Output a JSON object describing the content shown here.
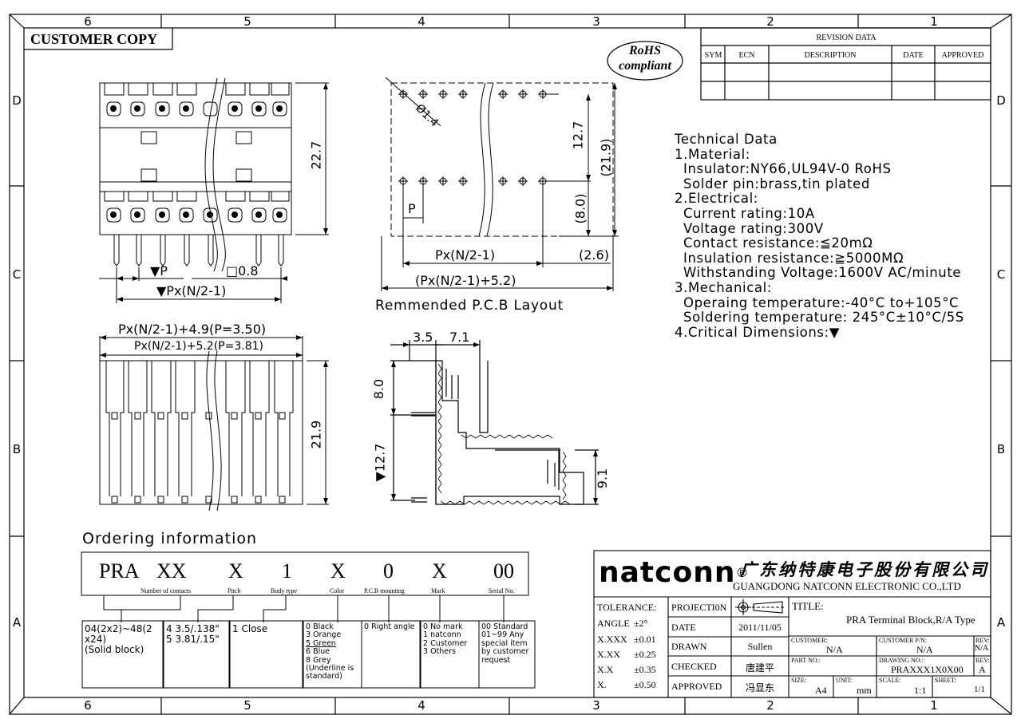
{
  "frame": {
    "top_zones": [
      "6",
      "5",
      "4",
      "3",
      "2",
      "1"
    ],
    "bottom_zones": [
      "6",
      "5",
      "4",
      "3",
      "2",
      "1"
    ],
    "side_zones": [
      "D",
      "C",
      "B",
      "A"
    ]
  },
  "customer_copy": "CUSTOMER COPY",
  "rohs": {
    "line1": "RoHS",
    "line2": "compliant"
  },
  "revision": {
    "title": "REVISION DATA",
    "headers": [
      "SYM",
      "ECN",
      "DESCRIPTION",
      "DATE",
      "APPROVED"
    ]
  },
  "technical": {
    "heading": "Technical Data",
    "lines": [
      {
        "text": "1.Material:",
        "indent": false
      },
      {
        "text": "Insulator:NY66,UL94V-0 RoHS",
        "indent": true
      },
      {
        "text": "Solder pin:brass,tin plated",
        "indent": true
      },
      {
        "text": "2.Electrical:",
        "indent": false
      },
      {
        "text": "Current rating:10A",
        "indent": true
      },
      {
        "text": "Voltage rating:300V",
        "indent": true
      },
      {
        "text": "Contact resistance:≦20mΩ",
        "indent": true
      },
      {
        "text": "Insulation resistance:≧5000MΩ",
        "indent": true
      },
      {
        "text": "Withstanding Voltage:1600V AC/minute",
        "indent": true
      },
      {
        "text": "3.Mechanical:",
        "indent": false
      },
      {
        "text": "Operaing temperature:-40°C to+105°C",
        "indent": true
      },
      {
        "text": "Soldering temperature: 245°C±10°C/5S",
        "indent": true
      },
      {
        "text": "4.Critical Dimensions:▼",
        "indent": false
      }
    ]
  },
  "dims": {
    "front_height": "22.7",
    "front_p": "▼P",
    "front_pin": "□0.8",
    "front_px": "▼Px(N/2-1)",
    "pcb_hole": "Ø1.4",
    "pcb_12_7": "12.7",
    "pcb_21_9": "(21.9)",
    "pcb_8_0": "(8.0)",
    "pcb_p": "P",
    "pcb_px": "Px(N/2-1)",
    "pcb_2_6": "(2.6)",
    "pcb_total": "(Px(N/2-1)+5.2)",
    "pcb_caption": "Remmended P.C.B Layout",
    "top_w1": "Px(N/2-1)+4.9(P=3.50)",
    "top_w2": "Px(N/2-1)+5.2(P=3.81)",
    "top_height": "21.9",
    "side_3_5": "3.5",
    "side_7_1": "7.1",
    "side_8_0": "8.0",
    "side_12_7": "▼12.7",
    "side_9_1": "9.1"
  },
  "ordering": {
    "title": "Ordering information",
    "codes": [
      {
        "code": "PRA",
        "label": ""
      },
      {
        "code": "XX",
        "label": "Number of contacts"
      },
      {
        "code": "X",
        "label": "Pitch"
      },
      {
        "code": "1",
        "label": "Body type"
      },
      {
        "code": "X",
        "label": "Color"
      },
      {
        "code": "0",
        "label": "P.C.B mounting"
      },
      {
        "code": "X",
        "label": "Mark"
      },
      {
        "code": "00",
        "label": "Serial No."
      }
    ],
    "contacts": [
      "04(2x2)~48(2",
      "x24)",
      "(Solid block)"
    ],
    "pitch": [
      "4  3.5/.138\"",
      "5  3.81/.15\""
    ],
    "body": [
      "1  Close"
    ],
    "color": [
      "0  Black",
      "3  Orange",
      "5  Green",
      "6  Blue",
      "8  Grey",
      "(Underline is",
      "standard)"
    ],
    "mounting": [
      "0  Right angle"
    ],
    "mark": [
      "0  No mark",
      "1  natconn",
      "2  Customer",
      "3  Others"
    ],
    "serial": [
      "00 Standard",
      "01~99 Any",
      "special item",
      "by customer",
      "request"
    ]
  },
  "title_block": {
    "brand": "natconn",
    "registered": "®",
    "company_cn": "广东纳特康电子股份有限公司",
    "company_en": "GUANGDONG NATCONN ELECTRONIC CO.,LTD",
    "tolerance_label": "TOLERANCE:",
    "tolerances": [
      {
        "k": "ANGLE",
        "v": "±2°"
      },
      {
        "k": "X.XXX",
        "v": "±0.01"
      },
      {
        "k": "X.XX",
        "v": "±0.25"
      },
      {
        "k": "X.X",
        "v": "±0.35"
      },
      {
        "k": "X.",
        "v": "±0.50"
      }
    ],
    "projection": "PROJECTI0N",
    "date_label": "DATE",
    "date": "2011/11/05",
    "drawn_label": "DRAWN",
    "drawn": "Sullen",
    "checked_label": "CHECKED",
    "checked": "唐建平",
    "approved_label": "APPROVED",
    "approved": "冯显东",
    "title_label": "TITLE:",
    "title": "PRA  Terminal Block,R/A Type",
    "customer_label": "CUSTOMER:",
    "customer": "N/A",
    "customer_pn_label": "CUSTOMER P/N:",
    "customer_pn": "N/A",
    "rev_label": "REV:",
    "rev_customer": "N/A",
    "part_no_label": "PART NO.:",
    "drawing_no_label": "DRAWING NO.:",
    "drawing_no": "PRAXXX1X0X00",
    "rev_drawing": "A",
    "size_label": "SIZE:",
    "size": "A4",
    "unit_label": "UNIT:",
    "unit": "mm",
    "scale_label": "SCALE:",
    "scale": "1:1",
    "sheet_label": "SHEET:",
    "sheet": "1/1"
  }
}
